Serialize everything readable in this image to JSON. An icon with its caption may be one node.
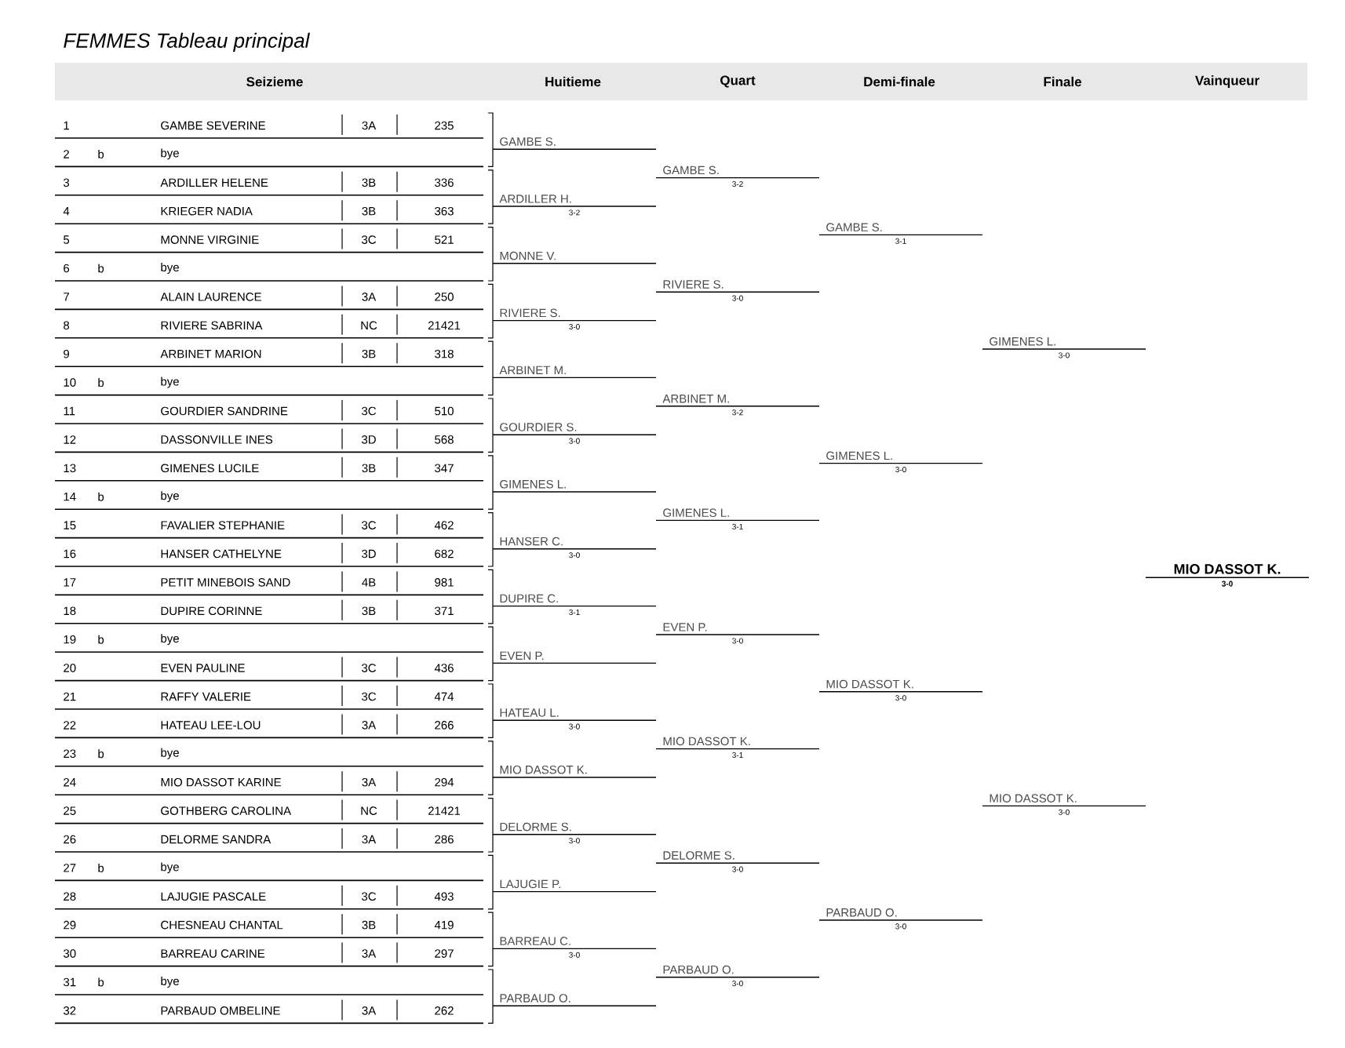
{
  "diagram": {
    "title": "FEMMES Tableau principal",
    "labels": [
      "Seizieme",
      "Huitieme",
      "Quart",
      "Demi-finale",
      "Finale",
      "Vainqueur",
      "1",
      "GAMBE SEVERINE",
      "3A",
      "235",
      "2",
      "b",
      "bye",
      "3",
      "ARDILLER HELENE",
      "3B",
      "336",
      "4",
      "KRIEGER NADIA",
      "3B",
      "363",
      "5",
      "MONNE VIRGINIE",
      "3C",
      "521",
      "6",
      "b",
      "bye",
      "7",
      "ALAIN LAURENCE",
      "3A",
      "250",
      "8",
      "RIVIERE SABRINA",
      "NC",
      "21421",
      "9",
      "ARBINET MARION",
      "3B",
      "318",
      "10",
      "b",
      "bye",
      "11",
      "GOURDIER SANDRINE",
      "3C",
      "510",
      "12",
      "DASSONVILLE INES",
      "3D",
      "568",
      "13",
      "GIMENES LUCILE",
      "3B",
      "347",
      "14",
      "b",
      "bye",
      "15",
      "FAVALIER STEPHANIE",
      "3C",
      "462",
      "16",
      "HANSER CATHELYNE",
      "3D",
      "682",
      "17",
      "PETIT MINEBOIS SAND",
      "4B",
      "981",
      "18",
      "DUPIRE CORINNE",
      "3B",
      "371",
      "19",
      "b",
      "bye",
      "20",
      "EVEN PAULINE",
      "3C",
      "436",
      "21",
      "RAFFY VALERIE",
      "3C",
      "474",
      "22",
      "HATEAU LEE-LOU",
      "3A",
      "266",
      "23",
      "b",
      "bye",
      "24",
      "MIO DASSOT KARINE",
      "3A",
      "294",
      "25",
      "GOTHBERG CAROLINA",
      "NC",
      "21421",
      "26",
      "DELORME SANDRA",
      "3A",
      "286",
      "27",
      "b",
      "bye",
      "28",
      "LAJUGIE PASCALE",
      "3C",
      "493",
      "29",
      "CHESNEAU CHANTAL",
      "3B",
      "419",
      "30",
      "BARREAU CARINE",
      "3A",
      "297",
      "31",
      "b",
      "bye",
      "32",
      "PARBAUD OMBELINE",
      "3A",
      "262",
      "GAMBE S.",
      "ARDILLER H.",
      "3-2",
      "MONNE V.",
      "RIVIERE S.",
      "3-0",
      "ARBINET M.",
      "GOURDIER S.",
      "3-0",
      "GIMENES L.",
      "HANSER C.",
      "3-0",
      "DUPIRE C.",
      "3-1",
      "EVEN P.",
      "HATEAU L.",
      "3-0",
      "MIO DASSOT K.",
      "DELORME S.",
      "3-0",
      "LAJUGIE P.",
      "BARREAU C.",
      "3-0",
      "PARBAUD O.",
      "GAMBE S.",
      "3-2",
      "RIVIERE S.",
      "3-0",
      "ARBINET M.",
      "3-2",
      "GIMENES L.",
      "3-1",
      "EVEN P.",
      "3-0",
      "MIO DASSOT K.",
      "3-1",
      "DELORME S.",
      "3-0",
      "PARBAUD O.",
      "3-0",
      "GAMBE S.",
      "3-1",
      "GIMENES L.",
      "3-0",
      "MIO DASSOT K.",
      "3-0",
      "PARBAUD O.",
      "3-0",
      "GIMENES L.",
      "3-0",
      "MIO DASSOT K.",
      "3-0",
      "MIO DASSOT K.",
      "3-0"
    ]
  }
}
